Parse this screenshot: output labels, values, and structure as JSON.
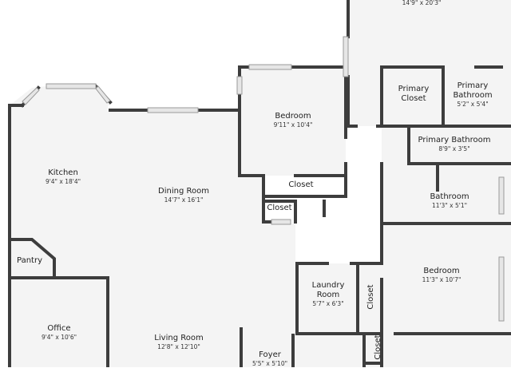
{
  "colors": {
    "wall": "#3d3d3d",
    "floor": "#f4f4f4",
    "window": "#cfcfcf",
    "background": "#ffffff"
  },
  "rooms": {
    "primary_bedroom": {
      "dim": "14'9\" x 20'3\""
    },
    "primary_closet": {
      "name": "Primary\nCloset"
    },
    "primary_bathroom_small": {
      "name": "Primary\nBathroom",
      "dim": "5'2\" x 5'4\""
    },
    "primary_bathroom": {
      "name": "Primary Bathroom",
      "dim": "8'9\" x 3'5\""
    },
    "bedroom_upper": {
      "name": "Bedroom",
      "dim": "9'11\" x 10'4\""
    },
    "kitchen": {
      "name": "Kitchen",
      "dim": "9'4\" x 18'4\""
    },
    "dining_room": {
      "name": "Dining Room",
      "dim": "14'7\" x 16'1\""
    },
    "closet_upper": {
      "name": "Closet"
    },
    "closet_lower": {
      "name": "Closet"
    },
    "bathroom": {
      "name": "Bathroom",
      "dim": "11'3\" x 5'1\""
    },
    "bedroom_lower": {
      "name": "Bedroom",
      "dim": "11'3\" x 10'7\""
    },
    "pantry": {
      "name": "Pantry"
    },
    "laundry_room": {
      "name": "Laundry\nRoom",
      "dim": "5'7\" x 6'3\""
    },
    "closet_vertical": {
      "name": "Closet"
    },
    "closet_vertical_small": {
      "name": "Closet"
    },
    "office": {
      "name": "Office",
      "dim": "9'4\" x 10'6\""
    },
    "living_room": {
      "name": "Living Room",
      "dim": "12'8\" x 12'10\""
    },
    "foyer": {
      "name": "Foyer",
      "dim": "5'5\" x 5'10\""
    }
  }
}
